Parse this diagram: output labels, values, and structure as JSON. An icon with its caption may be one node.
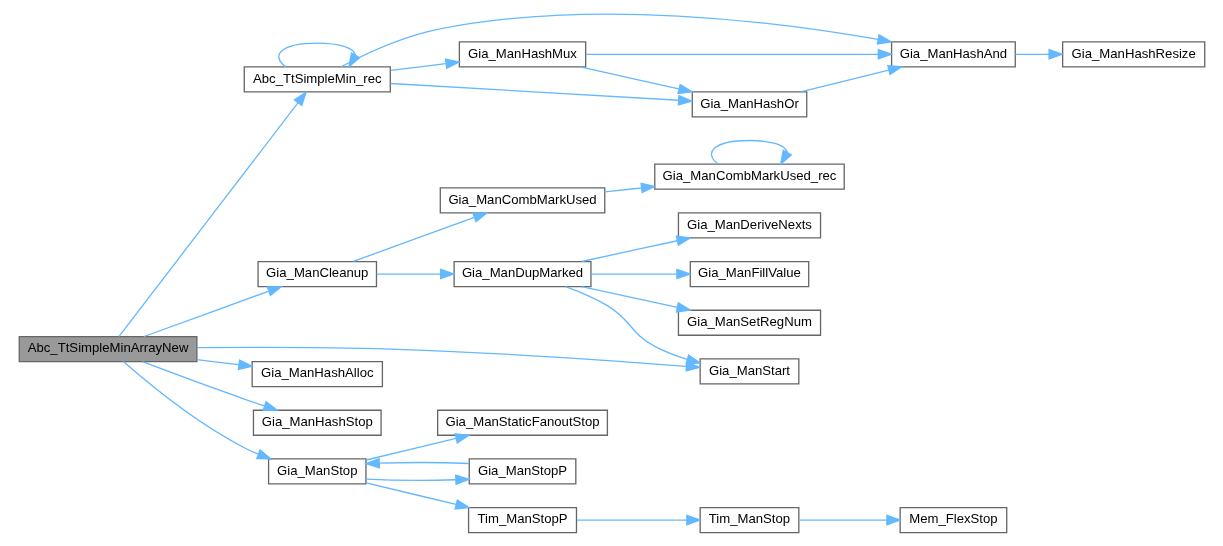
{
  "diagram": {
    "nodes": [
      {
        "text": [
          "Abc_TtSimpleMinArrayNew"
        ]
      },
      {
        "text": [
          "Abc_TtSimpleMin_rec"
        ]
      },
      {
        "text": [
          "Gia_ManHashAnd"
        ]
      },
      {
        "text": [
          "Gia_ManHashResize"
        ]
      },
      {
        "text": [
          "Gia_ManHashMux"
        ]
      },
      {
        "text": [
          "Gia_ManHashOr"
        ]
      },
      {
        "text": [
          "Gia_ManCleanup"
        ]
      },
      {
        "text": [
          "Gia_ManCombMarkUsed"
        ]
      },
      {
        "text": [
          "Gia_ManCombMarkUsed_rec"
        ]
      },
      {
        "text": [
          "Gia_ManDupMarked"
        ]
      },
      {
        "text": [
          "Gia_ManDeriveNexts"
        ]
      },
      {
        "text": [
          "Gia_ManFillValue"
        ]
      },
      {
        "text": [
          "Gia_ManSetRegNum"
        ]
      },
      {
        "text": [
          "Gia_ManStart"
        ]
      },
      {
        "text": [
          "Gia_ManHashAlloc"
        ]
      },
      {
        "text": [
          "Gia_ManHashStop"
        ]
      },
      {
        "text": [
          "Gia_ManStop"
        ]
      },
      {
        "text": [
          "Gia_ManStaticFanoutStop"
        ]
      },
      {
        "text": [
          "Gia_ManStopP"
        ]
      },
      {
        "text": [
          "Tim_ManStopP"
        ]
      },
      {
        "text": [
          "Tim_ManStop"
        ]
      },
      {
        "text": [
          "Mem_FlexStop"
        ]
      }
    ],
    "edges": [
      {
        "from": 0,
        "to": 1,
        "arrow": "to"
      },
      {
        "from": 1,
        "to": 1,
        "arrow": "to"
      },
      {
        "from": 1,
        "to": 2,
        "arrow": "to"
      },
      {
        "from": 2,
        "to": 3,
        "arrow": "to"
      },
      {
        "from": 1,
        "to": 4,
        "arrow": "to"
      },
      {
        "from": 4,
        "to": 2,
        "arrow": "to"
      },
      {
        "from": 4,
        "to": 5,
        "arrow": "to"
      },
      {
        "from": 5,
        "to": 2,
        "arrow": "to"
      },
      {
        "from": 1,
        "to": 5,
        "arrow": "to"
      },
      {
        "from": 0,
        "to": 6,
        "arrow": "to"
      },
      {
        "from": 6,
        "to": 7,
        "arrow": "to"
      },
      {
        "from": 7,
        "to": 8,
        "arrow": "to"
      },
      {
        "from": 8,
        "to": 8,
        "arrow": "to"
      },
      {
        "from": 6,
        "to": 9,
        "arrow": "to"
      },
      {
        "from": 9,
        "to": 10,
        "arrow": "to"
      },
      {
        "from": 9,
        "to": 11,
        "arrow": "to"
      },
      {
        "from": 9,
        "to": 12,
        "arrow": "to"
      },
      {
        "from": 9,
        "to": 13,
        "arrow": "to"
      },
      {
        "from": 0,
        "to": 13,
        "arrow": "to"
      },
      {
        "from": 0,
        "to": 14,
        "arrow": "to"
      },
      {
        "from": 0,
        "to": 15,
        "arrow": "to"
      },
      {
        "from": 0,
        "to": 16,
        "arrow": "to"
      },
      {
        "from": 16,
        "to": 17,
        "arrow": "to"
      },
      {
        "from": 16,
        "to": 18,
        "arrow": "to"
      },
      {
        "from": 18,
        "to": 16,
        "arrow": "to"
      },
      {
        "from": 16,
        "to": 19,
        "arrow": "to"
      },
      {
        "from": 19,
        "to": 20,
        "arrow": "to"
      },
      {
        "from": 20,
        "to": 21,
        "arrow": "to"
      }
    ]
  }
}
